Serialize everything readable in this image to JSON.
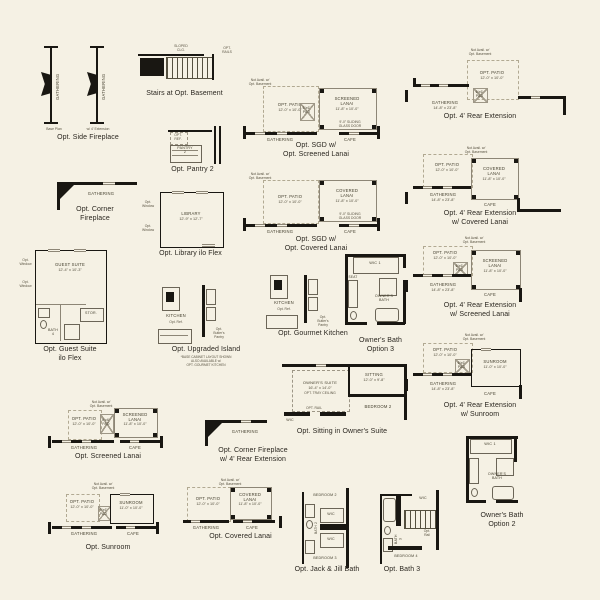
{
  "sheet": {
    "background": "#f5f1e4",
    "wall_color": "#191712",
    "thin_line_color": "#8d8676",
    "caption_color": "#2b2720"
  },
  "plans": {
    "side_fireplace": {
      "caption": "Opt. Side Fireplace",
      "gathering": "GATHERING",
      "gathering2": "GATHERING",
      "base_plan": "Base Plan",
      "w_extension": "w/ 4' Extension"
    },
    "stairs_basement": {
      "caption": "Stairs at Opt. Basement",
      "sloped_clg": "SLOPED\nCLG.",
      "opt_rails": "OPT.\nRAILS"
    },
    "sgd_screened_lanai": {
      "caption": "Opt. SGD w/\nOpt. Screened Lanai",
      "patio": "OPT. PATIO",
      "patio_dim": "12'-0\" x 10'-0\"",
      "pad": "6'x6'\nPAD",
      "lanai": "SCREENED\nLANAI",
      "lanai_dim": "11'-8\" x 10'-0\"",
      "gathering": "GATHERING",
      "cafe": "CAFE",
      "note_basement": "Not Avail. w/\nOpt. Basement",
      "note_sgd": "9'-0\" SLIDING\nGLASS DOOR"
    },
    "rear_extension": {
      "caption": "Opt. 4' Rear Extension",
      "patio": "OPT. PATIO",
      "patio_dim": "12'-0\" x 10'-0\"",
      "pad": "6'x6'\nPAD",
      "gathering": "GATHERING",
      "gathering_dim": "14'-8\" x 23'-8\"",
      "note_basement": "Not Avail. w/\nOpt. Basement"
    },
    "pantry_2": {
      "caption": "Opt. Pantry 2",
      "opt_ref": "OPT.\nREF.",
      "pantry": "PANTRY\n2"
    },
    "corner_fireplace": {
      "caption": "Opt. Corner\nFireplace",
      "gathering": "GATHERING"
    },
    "library_ilo_flex": {
      "caption": "Opt. Library ilo Flex",
      "library": "LIBRARY",
      "library_dim": "12'-9\" x 12'-7\"",
      "opt_window_1": "Opt.\nWindow",
      "opt_window_2": "Opt.\nWindow"
    },
    "sgd_covered_lanai": {
      "caption": "Opt. SGD w/\nOpt. Covered Lanai",
      "patio": "OPT. PATIO",
      "patio_dim": "12'-0\" x 10'-0\"",
      "lanai": "COVERED\nLANAI",
      "lanai_dim": "11'-8\" x 10'-0\"",
      "gathering": "GATHERING",
      "cafe": "CAFE",
      "note_basement": "Not Avail. w/\nOpt. Basement",
      "note_sgd": "9'-0\" SLIDING\nGLASS DOOR"
    },
    "rear_ext_covered_lanai": {
      "caption": "Opt. 4' Rear Extension\nw/ Covered Lanai",
      "patio": "OPT. PATIO",
      "patio_dim": "12'-0\" x 10'-0\"",
      "lanai": "COVERED\nLANAI",
      "lanai_dim": "11'-8\" x 10'-0\"",
      "gathering": "GATHERING",
      "gathering_dim": "14'-8\" x 23'-8\"",
      "cafe": "CAFE",
      "note_basement": "Not Avail. w/\nOpt. Basement"
    },
    "guest_suite_ilo_flex": {
      "caption": "Opt. Guest Suite\nilo Flex",
      "guest_suite": "GUEST SUITE",
      "guest_suite_dim": "12'-4\" x 10'-3\"",
      "bath_4": "BATH\n4",
      "stor": "STOR.",
      "opt_window_1": "Opt.\nWindow",
      "opt_window_2": "Opt.\nWindow"
    },
    "upgraded_island": {
      "caption": "Opt. Upgraded Island",
      "kitchen": "KITCHEN",
      "opt_ref": "Opt. Ref.",
      "butlers": "Opt.\nButler's\nPantry",
      "footnote": "*BASE CABINET LAYOUT SHOWN\nALSO AVAILABLE w/\nOPT. GOURMET KITCHEN"
    },
    "gourmet_kitchen": {
      "caption": "Opt. Gourmet Kitchen",
      "kitchen": "KITCHEN",
      "opt_ref": "Opt. Ref.",
      "butlers": "Opt.\nButler's\nPantry"
    },
    "owners_bath_3": {
      "caption": "Owner's Bath\nOption 3",
      "wic_1": "WIC 1",
      "seat": "SEAT",
      "owners_bath": "OWNER'S\nBATH"
    },
    "rear_ext_screened_lanai": {
      "caption": "Opt. 4' Rear Extension\nw/ Screened Lanai",
      "patio": "OPT. PATIO",
      "patio_dim": "12'-0\" x 10'-0\"",
      "pad": "6'x6'\nPAD",
      "lanai": "SCREENED\nLANAI",
      "lanai_dim": "11'-8\" x 10'-0\"",
      "gathering": "GATHERING",
      "gathering_dim": "14'-8\" x 23'-8\"",
      "cafe": "CAFE",
      "note_basement": "Not Avail. w/\nOpt. Basement"
    },
    "rear_ext_sunroom": {
      "caption": "Opt. 4' Rear Extension\nw/ Sunroom",
      "patio": "OPT. PATIO",
      "patio_dim": "12'-0\" x 10'-0\"",
      "pad": "6'x6'\nPAD",
      "sunroom": "SUNROOM",
      "sunroom_dim": "11'-0\" x 10'-0\"",
      "gathering": "GATHERING",
      "gathering_dim": "14'-8\" x 23'-8\"",
      "cafe": "CAFE",
      "note_basement": "Not Avail. w/\nOpt. Basement"
    },
    "sitting_owners_suite": {
      "caption": "Opt. Sitting in Owner's Suite",
      "owners_suite": "OWNER'S SUITE",
      "owners_suite_dim": "16'-4\" x 14'-0\"",
      "tray": "OPT. TRAY CEILING",
      "sitting": "SITTING",
      "sitting_dim": "12'-0\" x 9'-8\"",
      "bedroom_2": "BEDROOM 2",
      "wic": "WIC",
      "opt_rail": "OPT. RAIL"
    },
    "screened_lanai": {
      "caption": "Opt. Screened Lanai",
      "patio": "OPT. PATIO",
      "patio_dim": "12'-0\" x 10'-0\"",
      "pad": "6'x6'\nPAD",
      "lanai": "SCREENED\nLANAI",
      "lanai_dim": "11'-8\" x 10'-0\"",
      "gathering": "GATHERING",
      "cafe": "CAFE",
      "note_basement": "Not Avail. w/\nOpt. Basement"
    },
    "corner_fireplace_rear_ext": {
      "caption": "Opt. Corner Fireplace\nw/ 4' Rear Extension",
      "gathering": "GATHERING"
    },
    "sunroom": {
      "caption": "Opt. Sunroom",
      "patio": "OPT. PATIO",
      "patio_dim": "12'-0\" x 10'-0\"",
      "pad": "6'x6'\nPAD",
      "sunroom": "SUNROOM",
      "sunroom_dim": "11'-0\" x 10'-0\"",
      "gathering": "GATHERING",
      "cafe": "CAFE",
      "note_basement": "Not Avail. w/\nOpt. Basement"
    },
    "covered_lanai": {
      "caption": "Opt. Covered Lanai",
      "patio": "OPT. PATIO",
      "patio_dim": "12'-0\" x 10'-0\"",
      "lanai": "COVERED\nLANAI",
      "lanai_dim": "11'-8\" x 10'-0\"",
      "gathering": "GATHERING",
      "cafe": "CAFE",
      "note_basement": "Not Avail. w/\nOpt. Basement"
    },
    "jack_jill_bath": {
      "caption": "Opt. Jack & Jill Bath",
      "bedroom_2": "BEDROOM 2",
      "wic_a": "WIC",
      "wic_b": "WIC",
      "bath_2": "BATH 2",
      "bedroom_3": "BEDROOM 3"
    },
    "bath_3": {
      "caption": "Opt. Bath 3",
      "wic": "WIC",
      "bath_3": "BATH\n3",
      "bedroom_4": "BEDROOM 4",
      "opt_rail": "Opt.\nRail"
    },
    "owners_bath_2": {
      "caption": "Owner's Bath\nOption 2",
      "wic_1": "WIC 1",
      "owners_bath": "OWNER'S\nBATH"
    }
  }
}
